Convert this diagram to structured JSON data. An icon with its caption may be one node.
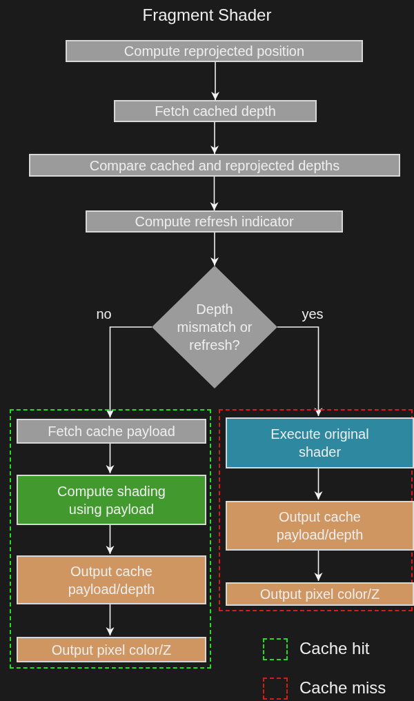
{
  "diagram": {
    "title": "Fragment Shader",
    "nodes": [
      {
        "text": [
          "Compute reprojected position"
        ]
      },
      {
        "text": [
          "Fetch cached depth"
        ]
      },
      {
        "text": [
          "Compare cached and reprojected depths"
        ]
      },
      {
        "text": [
          "Compute refresh indicator"
        ]
      },
      {
        "text": [
          "Depth mismatch or refresh?"
        ]
      },
      {
        "text": [],
        "shape": "box"
      },
      {
        "text": [
          "Fetch cache payload"
        ],
        "in": 5
      },
      {
        "text": [
          "Compute shading using payload"
        ],
        "in": 5
      },
      {
        "text": [
          "Output cache payload/depth"
        ],
        "in": 5
      },
      {
        "text": [
          "Output pixel color/Z"
        ],
        "in": 5
      },
      {
        "text": [],
        "shape": "box"
      },
      {
        "text": [
          "Execute original shader"
        ],
        "in": 10
      },
      {
        "text": [
          "Output cache payload/depth"
        ],
        "in": 10
      },
      {
        "text": [
          "Output pixel color/Z"
        ],
        "in": 10
      }
    ],
    "edges": [
      {
        "from": 0,
        "to": 1,
        "arrow": "to"
      },
      {
        "from": 1,
        "to": 2,
        "arrow": "to"
      },
      {
        "from": 2,
        "to": 3,
        "arrow": "to"
      },
      {
        "from": 3,
        "to": 4,
        "arrow": "to"
      },
      {
        "from": 4,
        "to": 6,
        "arrow": "to",
        "label": "no"
      },
      {
        "from": 4,
        "to": 11,
        "arrow": "to",
        "label": "yes"
      },
      {
        "from": 6,
        "to": 7,
        "arrow": "to"
      },
      {
        "from": 7,
        "to": 8,
        "arrow": "to"
      },
      {
        "from": 8,
        "to": 9,
        "arrow": "to"
      },
      {
        "from": 11,
        "to": 12,
        "arrow": "to"
      },
      {
        "from": 12,
        "to": 13,
        "arrow": "to"
      }
    ],
    "legend": [
      {
        "text": "Cache hit"
      },
      {
        "text": "Cache miss"
      }
    ]
  }
}
